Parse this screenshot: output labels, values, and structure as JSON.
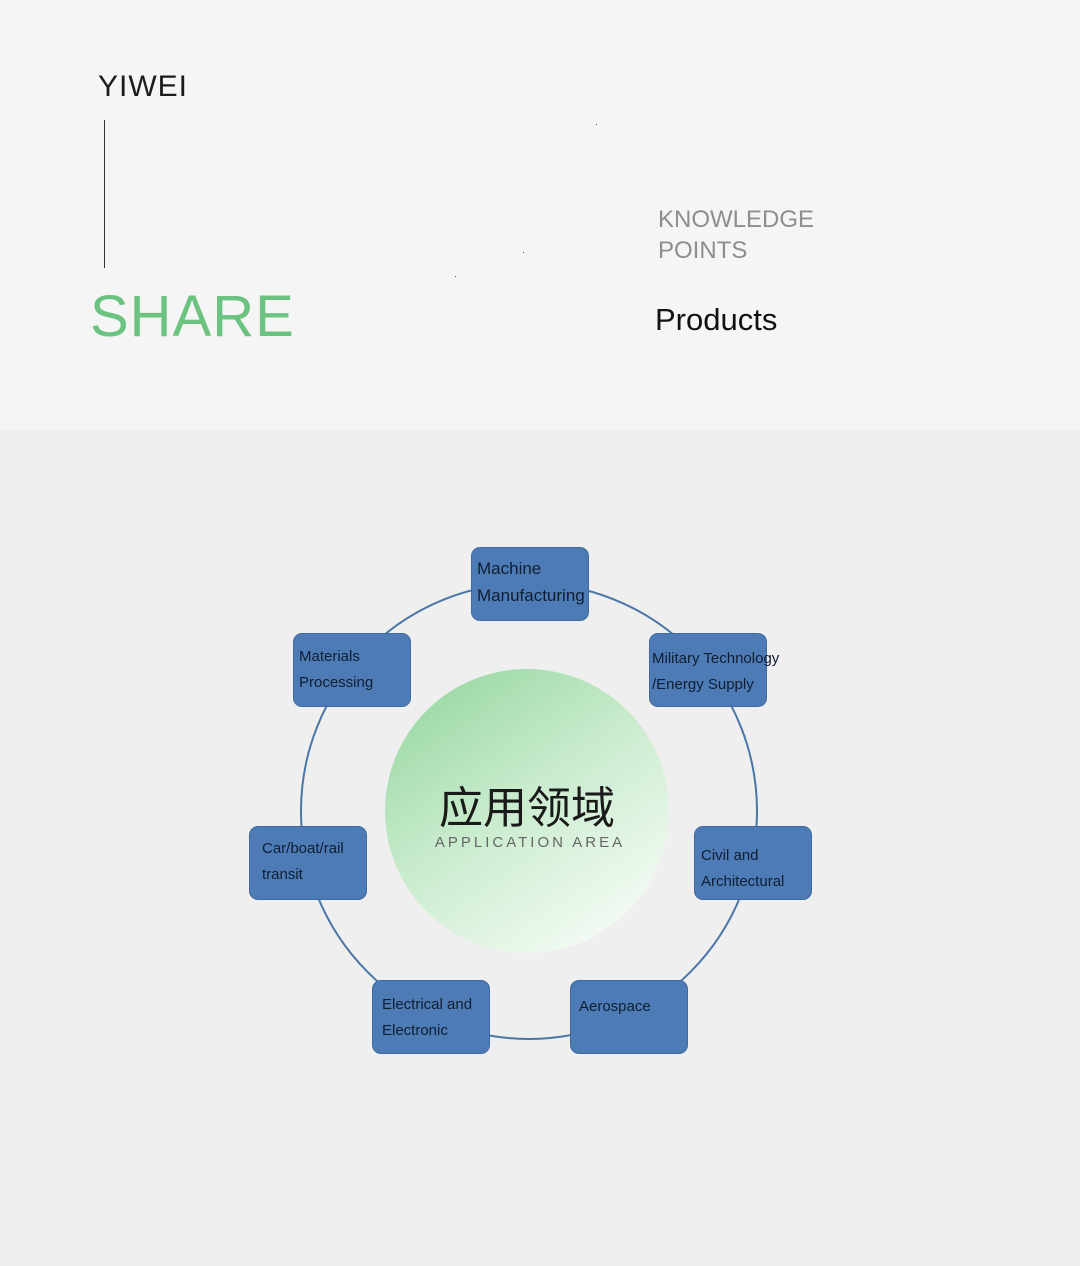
{
  "header": {
    "brand": "YIWEI",
    "share": "SHARE",
    "knowledge_line1": "KNOWLEDGE",
    "knowledge_line2": "POINTS",
    "products": "Products"
  },
  "diagram": {
    "center_title_cn": "应用领域",
    "center_subtitle_en": "APPLICATION AREA",
    "nodes": [
      {
        "label": "Machine\nManufacturing"
      },
      {
        "label": "Military Technology\n/Energy Supply"
      },
      {
        "label": "Civil and\nArchitectural"
      },
      {
        "label": "Aerospace"
      },
      {
        "label": "Electrical and\nElectronic"
      },
      {
        "label": "Car/boat/rail\ntransit"
      },
      {
        "label": "Materials\nProcessing"
      }
    ],
    "colors": {
      "node_fill": "#4d7bb5",
      "ring": "#4a76a8",
      "share_green": "#6cc37f"
    }
  }
}
